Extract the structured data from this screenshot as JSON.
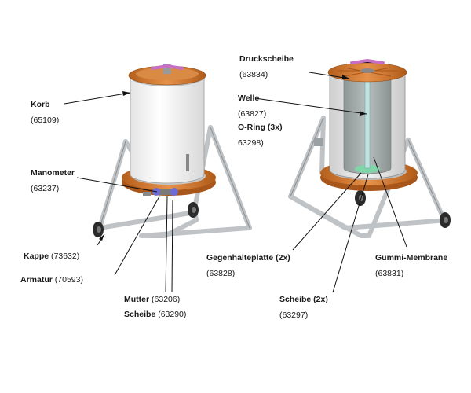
{
  "labels": {
    "korb": {
      "name": "Korb",
      "number": "(65109)"
    },
    "manometer": {
      "name": "Manometer",
      "number": "(63237)"
    },
    "kappe": {
      "name": "Kappe",
      "number": "(73632)"
    },
    "armatur": {
      "name": "Armatur",
      "number": "(70593)"
    },
    "mutter": {
      "name": "Mutter",
      "number": "(63206)"
    },
    "scheibe_left": {
      "name": "Scheibe",
      "number": "(63290)"
    },
    "druckscheibe": {
      "name": "Druckscheibe",
      "number": "(63834)"
    },
    "welle": {
      "name": "Welle",
      "number": "(63827)"
    },
    "oring": {
      "name": "O-Ring (3x)",
      "number": "63298)"
    },
    "gegenhalteplatte": {
      "name": "Gegenhalteplatte (2x)",
      "number": "(63828)"
    },
    "gummi_membrane": {
      "name": "Gummi-Membrane",
      "number": "(63831)"
    },
    "scheibe_right": {
      "name": "Scheibe (2x)",
      "number": "(63297)"
    }
  },
  "colors": {
    "drum": "#f2f2f2",
    "frame": "#cfd2d4",
    "copper": "#d2772d",
    "inner_green": "#7fd6a8",
    "handle": "#c66fc4",
    "leader": "#111111"
  }
}
